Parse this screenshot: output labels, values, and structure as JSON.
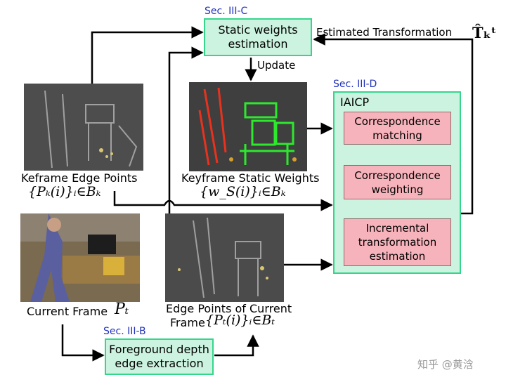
{
  "sections": {
    "static": "Sec. III-C",
    "iaicp": "Sec. III-D",
    "foreground": "Sec. III-B"
  },
  "boxes": {
    "static_weights": "Static weights estimation",
    "iaicp_title": "IAICP",
    "correspondence_matching": "Correspondence matching",
    "correspondence_weighting": "Correspondence weighting",
    "incremental_estimation": "Incremental transformation estimation",
    "foreground_extraction": "Foreground depth edge extraction"
  },
  "labels": {
    "update": "Update",
    "estimated_transformation": "Estimated Transformation",
    "estimated_transformation_symbol": "T̂ₖᵗ",
    "keyframe_edge": "Keframe Edge Points",
    "keyframe_edge_math": "{Pₖ(i)}ᵢ∈Bₖ",
    "keyframe_weights": "Keyframe Static Weights",
    "keyframe_weights_math": "{w_S(i)}ᵢ∈Bₖ",
    "current_frame": "Current Frame",
    "current_frame_math": "Pₜ",
    "edge_current_line1": "Edge Points of Current",
    "edge_current_line2": "Frame",
    "edge_current_math": "{Pₜ(i)}ᵢ∈Bₜ"
  },
  "watermark": "知乎 @黄浛",
  "colors": {
    "green_fill": "#ccf3df",
    "green_border": "#35d68c",
    "red_fill": "#f7b3bb",
    "section_text": "#2233bb"
  }
}
